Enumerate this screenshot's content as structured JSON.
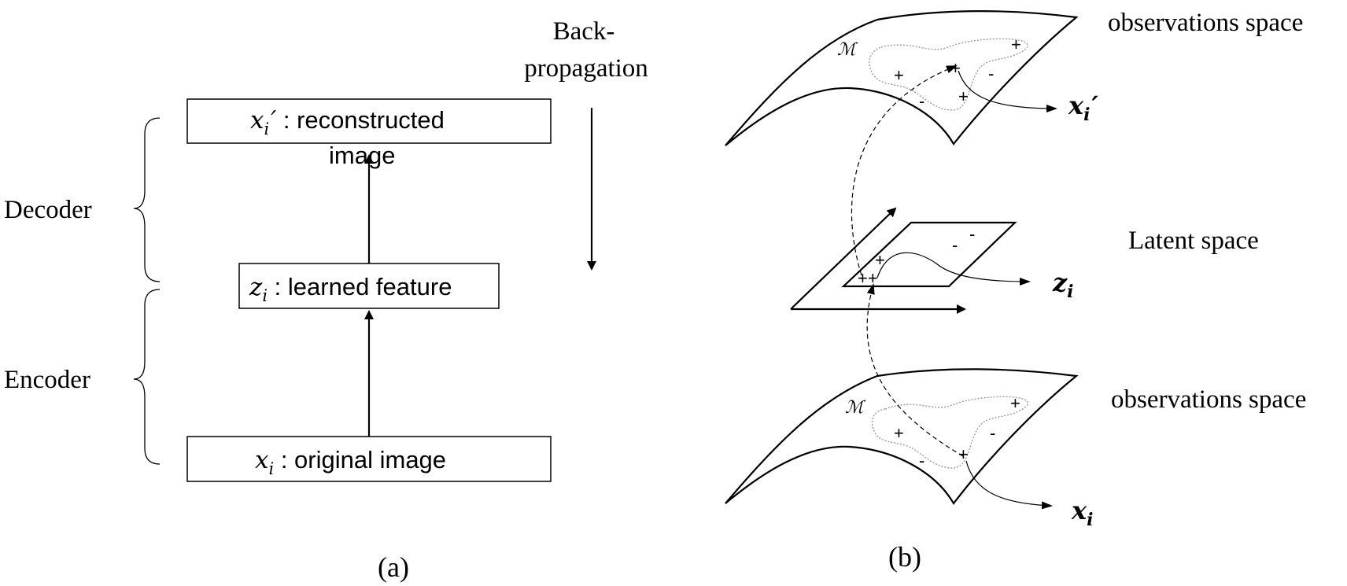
{
  "left_panel": {
    "boxes": {
      "reconstructed": {
        "var": "x",
        "sub": "i",
        "prime": "′",
        "label": " : reconstructed",
        "label2": "image"
      },
      "learned": {
        "var": "z",
        "sub": "i",
        "label": " : learned feature"
      },
      "original": {
        "var": "x",
        "sub": "i",
        "label": " : original image"
      }
    },
    "brace_labels": {
      "decoder": "Decoder",
      "encoder": "Encoder"
    },
    "backprop": {
      "line1": "Back-",
      "line2": "propagation"
    },
    "caption": "(a)"
  },
  "right_panel": {
    "top_space": {
      "label": "observations space",
      "manifold": "ℳ",
      "output_var": "x",
      "output_sub": "i",
      "output_prime": "′"
    },
    "latent_space": {
      "label": "Latent space",
      "output_var": "z",
      "output_sub": "i"
    },
    "bottom_space": {
      "label": "observations space",
      "manifold": "ℳ",
      "output_var": "x",
      "output_sub": "i"
    },
    "signs": {
      "plus": "+",
      "minus": "-",
      "plusplus": "++"
    },
    "caption": "(b)"
  },
  "colors": {
    "stroke": "#000000",
    "dotted": "#9a9a9a",
    "background": "#ffffff"
  }
}
